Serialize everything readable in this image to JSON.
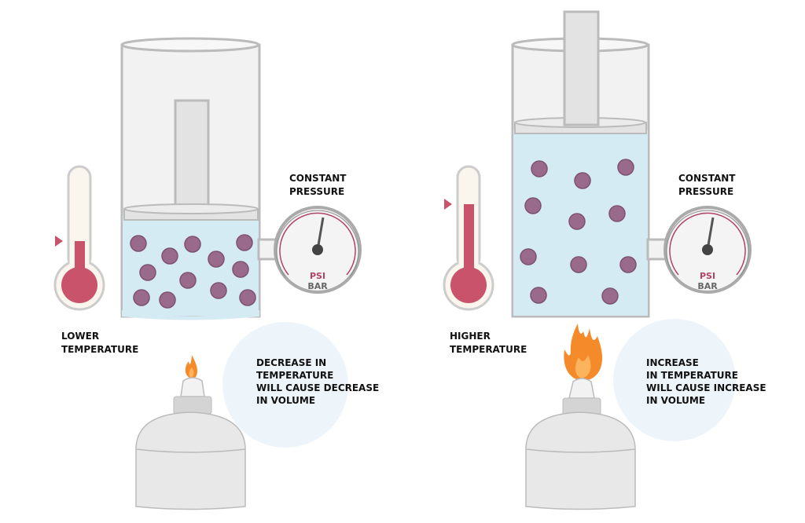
{
  "left": {
    "gauge_title": [
      "CONSTANT",
      "PRESSURE"
    ],
    "gauge_units": {
      "primary": "PSI",
      "secondary": "BAR"
    },
    "temperature_label": [
      "LOWER",
      "TEMPERATURE"
    ],
    "note": [
      "DECREASE IN",
      "TEMPERATURE",
      "WILL CAUSE DECREASE",
      "IN VOLUME"
    ],
    "thermometer_level": 0.45
  },
  "right": {
    "gauge_title": [
      "CONSTANT",
      "PRESSURE"
    ],
    "gauge_units": {
      "primary": "PSI",
      "secondary": "BAR"
    },
    "temperature_label": [
      "HIGHER",
      "TEMPERATURE"
    ],
    "note": [
      "INCREASE",
      "IN TEMPERATURE",
      "WILL CAUSE INCREASE",
      "IN VOLUME"
    ],
    "thermometer_level": 0.75
  },
  "colors": {
    "liquid": "#d4ebf3",
    "molecule": "#9a6a8d",
    "mercury": "#c9536b",
    "flame": "#f58a2a",
    "note_bg": "#eef5fa"
  }
}
